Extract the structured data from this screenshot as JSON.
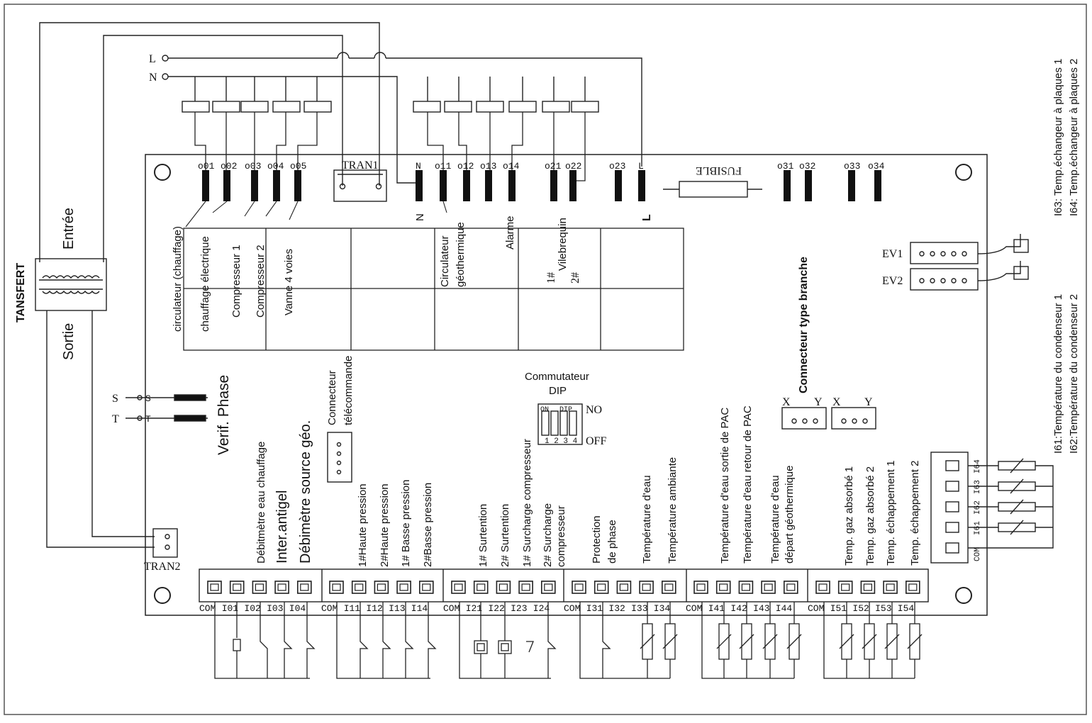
{
  "transformer": {
    "title": "TANSFERT",
    "entree": "Entrée",
    "sortie": "Sortie"
  },
  "mains": {
    "l": "L",
    "n": "N"
  },
  "phase": {
    "s": "S",
    "t": "T",
    "s_small": "S",
    "t_small": "T",
    "verif": "Verif. Phase"
  },
  "tran1": "TRAN1",
  "tran2": "TRAN2",
  "fuse": "FUSIBLE",
  "top_pins": [
    "o01",
    "o02",
    "o03",
    "o04",
    "o05",
    "N",
    "o11",
    "o12",
    "o13",
    "o14",
    "o21",
    "o22",
    "o23",
    "L",
    "o31",
    "o32",
    "o33",
    "o34"
  ],
  "outputs": {
    "circulateur_chauffage": "circulateur (chauffage)",
    "chauffage_electrique": "chauffage électrique",
    "compresseur1": "Compresseur 1",
    "compresseur2": "Compresseur 2",
    "vanne": "Vanne 4 voies",
    "n": "N",
    "circulateur_geo_1": "Circulateur",
    "circulateur_geo_2": "géothermique",
    "alarme": "Alarme",
    "vilebrequin": "Vilebrequin",
    "vb1": "1#",
    "vb2": "2#",
    "l": "L"
  },
  "connectors": {
    "telecommande_1": "Connecteur",
    "telecommande_2": "télécommande",
    "branche": "Connecteur type branche",
    "x1": "X",
    "y1": "Y",
    "x2": "X",
    "y2": "Y"
  },
  "dip": {
    "title1": "Commutateur",
    "title2": "DIP",
    "on": "ON",
    "dip": "DIP",
    "no": "NO",
    "off": "OFF",
    "nums": "1 2 3 4"
  },
  "ev": [
    "EV1",
    "EV2"
  ],
  "right_notes": {
    "i63": "I63: Temp.échangeur à plaques 1",
    "i64": "I64: Temp.échangeur à plaques 2",
    "i61": "I61:Température du condenseur 1",
    "i62": "I62:Température du condenseur 2"
  },
  "input_labels": {
    "debitmetre_chauffage": "Débitmètre eau chauffage",
    "inter_antigel": "Inter.antigel",
    "debitmetre_geo": "Débimètre source géo.",
    "hp1": "1#Haute pression",
    "hp2": "2#Haute pression",
    "bp1": "1# Basse pression",
    "bp2": "2#Basse pression",
    "surt1": "1# Surtention",
    "surt2": "2# Surtention",
    "surch1": "1# Surcharge compresseur",
    "surch2a": "2# Surcharge",
    "surch2b": "compresseur",
    "prot1": "Protection",
    "prot2": "de phase",
    "temp_eau": "Température d'eau",
    "temp_amb": "Température ambiante",
    "sortie_pac": "Température d'eau sortie de PAC",
    "retour_pac": "Température d'eau retour de PAC",
    "depart_geo_1": "Température d'eau",
    "depart_geo_2": "départ géothermique",
    "gaz1": "Temp. gaz absorbé 1",
    "gaz2": "Temp. gaz absorbé 2",
    "ech1": "Temp. échappement  1",
    "ech2": "Temp. échappement  2"
  },
  "bottom_pins": [
    [
      "COM",
      "I01",
      "I02",
      "I03",
      "I04"
    ],
    [
      "COM",
      "I11",
      "I12",
      "I13",
      "I14"
    ],
    [
      "COM",
      "I21",
      "I22",
      "I23",
      "I24"
    ],
    [
      "COM",
      "I31",
      "I32",
      "I33",
      "I34"
    ],
    [
      "COM",
      "I41",
      "I42",
      "I43",
      "I44"
    ],
    [
      "COM",
      "I51",
      "I52",
      "I53",
      "I54"
    ]
  ],
  "side_pins": [
    "I64",
    "I63",
    "I62",
    "I61",
    "COM"
  ]
}
